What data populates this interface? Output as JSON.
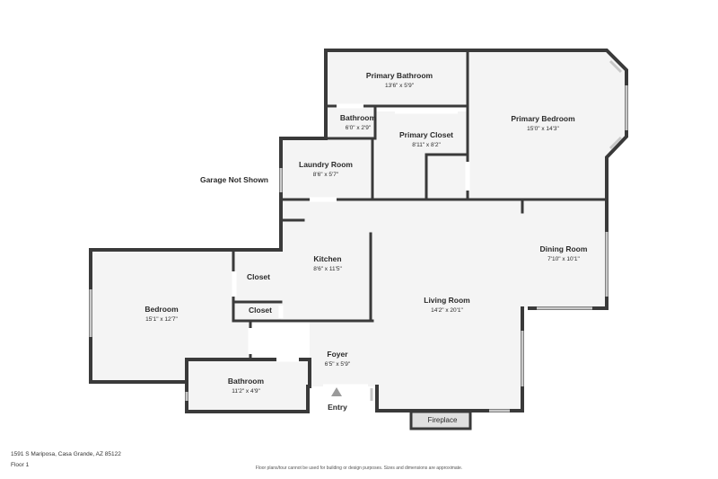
{
  "rooms": {
    "primary_bathroom": {
      "name": "Primary Bathroom",
      "dims": "13'6\" x 5'9\""
    },
    "primary_bedroom": {
      "name": "Primary Bedroom",
      "dims": "15'0\" x 14'3\""
    },
    "bathroom_upper": {
      "name": "Bathroom",
      "dims": "6'0\" x 2'9\""
    },
    "primary_closet": {
      "name": "Primary Closet",
      "dims": "8'11\" x 8'2\""
    },
    "laundry": {
      "name": "Laundry Room",
      "dims": "8'6\" x 5'7\""
    },
    "kitchen": {
      "name": "Kitchen",
      "dims": "8'6\" x 11'5\""
    },
    "dining": {
      "name": "Dining Room",
      "dims": "7'10\" x 10'1\""
    },
    "living": {
      "name": "Living Room",
      "dims": "14'2\" x 20'1\""
    },
    "closet_a": {
      "name": "Closet"
    },
    "closet_b": {
      "name": "Closet"
    },
    "bedroom": {
      "name": "Bedroom",
      "dims": "15'1\" x 12'7\""
    },
    "foyer": {
      "name": "Foyer",
      "dims": "6'5\" x 5'9\""
    },
    "bathroom_lower": {
      "name": "Bathroom",
      "dims": "11'2\" x 4'9\""
    }
  },
  "labels": {
    "garage_note": "Garage Not Shown",
    "entry": "Entry",
    "fireplace": "Fireplace"
  },
  "footer": {
    "address": "1591 S Mariposa, Casa Grande, AZ 85122",
    "floor": "Floor 1",
    "disclaimer": "Floor plans/tour cannot be used for building or design purposes. Sizes and dimensions are approximate."
  }
}
